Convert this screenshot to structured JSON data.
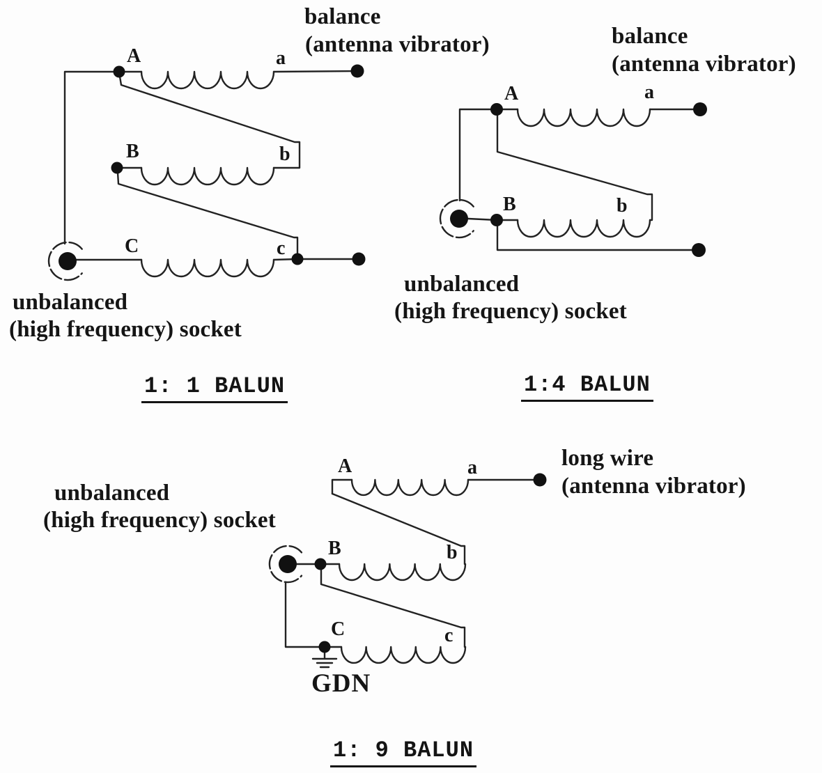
{
  "palette": {
    "ink": "#1a1a1a",
    "background": "#fdfdfd"
  },
  "baluns": {
    "one_to_one": {
      "title": "1: 1 BALUN",
      "balance_line1": "balance",
      "balance_line2": "(antenna vibrator)",
      "unbalanced_line1": "unbalanced",
      "unbalanced_line2": "(high frequency) socket",
      "winding_A": "A",
      "winding_a": "a",
      "winding_B": "B",
      "winding_b": "b",
      "winding_C": "C",
      "winding_c": "c"
    },
    "one_to_four": {
      "title": "1:4 BALUN",
      "balance_line1": "balance",
      "balance_line2": "(antenna vibrator)",
      "unbalanced_line1": "unbalanced",
      "unbalanced_line2": "(high frequency) socket",
      "winding_A": "A",
      "winding_a": "a",
      "winding_B": "B",
      "winding_b": "b"
    },
    "one_to_nine": {
      "title": "1: 9 BALUN",
      "long_wire_line1": "long wire",
      "long_wire_line2": "(antenna vibrator)",
      "unbalanced_line1": "unbalanced",
      "unbalanced_line2": "(high frequency) socket",
      "ground_label": "GDN",
      "winding_A": "A",
      "winding_a": "a",
      "winding_B": "B",
      "winding_b": "b",
      "winding_C": "C",
      "winding_c": "c"
    }
  }
}
